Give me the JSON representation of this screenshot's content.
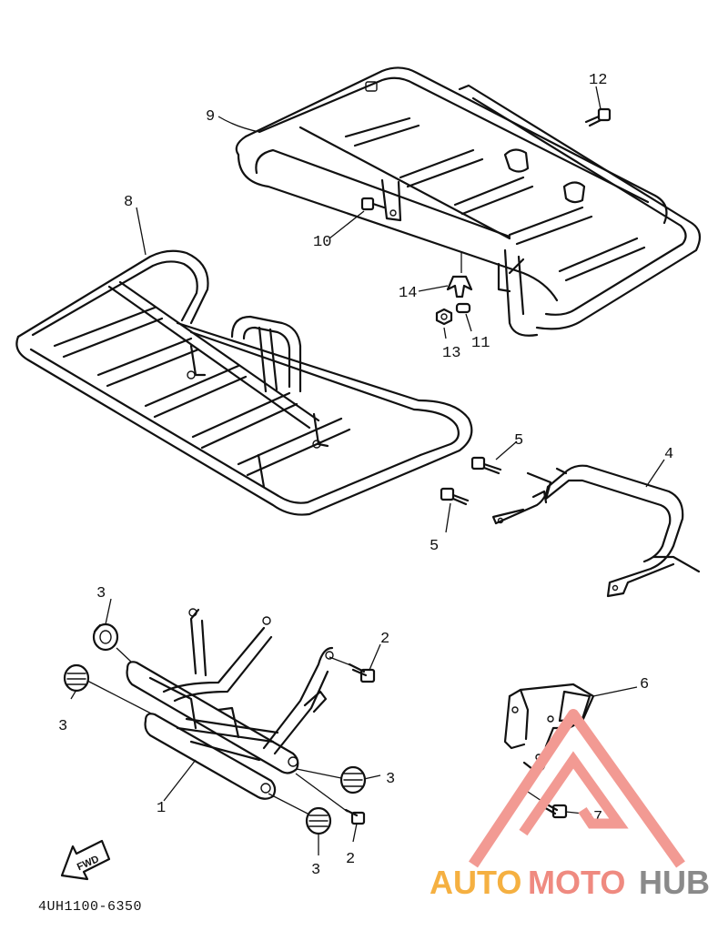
{
  "callouts": {
    "c1": "1",
    "c2a": "2",
    "c2b": "2",
    "c3a": "3",
    "c3b": "3",
    "c3c": "3",
    "c3d": "3",
    "c4": "4",
    "c5a": "5",
    "c5b": "5",
    "c6": "6",
    "c7": "7",
    "c8": "8",
    "c9": "9",
    "c10": "10",
    "c11": "11",
    "c12": "12",
    "c13": "13",
    "c14": "14"
  },
  "fwd_label": "FWD",
  "diagram_code": "4UH1100-6350",
  "watermark": {
    "part1": "AUTO",
    "part2": "MOTO",
    "part3": "HUB",
    "colors": {
      "auto": "#f5b041",
      "moto": "#ef8a80",
      "hub": "#8a8a8a",
      "triangle": "#f29a93"
    }
  }
}
